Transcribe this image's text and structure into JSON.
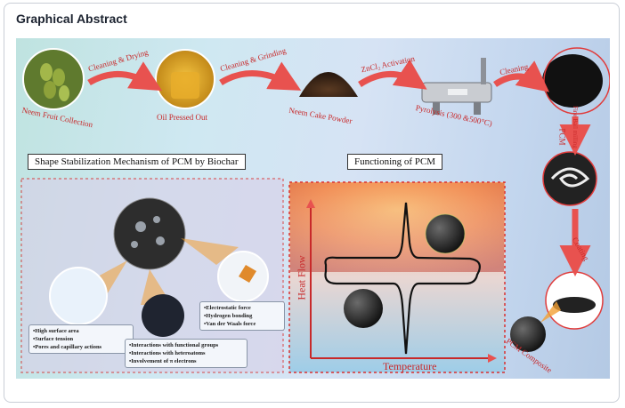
{
  "header": {
    "title": "Graphical Abstract"
  },
  "process": {
    "steps": [
      "Neem Fruit Collection",
      "Oil Pressed Out",
      "Neem Cake Powder",
      "Pyrolysis (300 &500°C)"
    ],
    "arrows": [
      "Cleaning & Drying",
      "Cleaning & Grinding",
      "ZnCl₂ Activation",
      "Cleaning"
    ],
    "down_arrows": [
      "PCM",
      "Fine Ball milling",
      "Coating"
    ],
    "final": "PCM Composite"
  },
  "mechanism": {
    "title": "Shape Stabilization Mechanism of PCM by Biochar",
    "group1": [
      "High surface area",
      "Surface tension",
      "Pores and capillary actions"
    ],
    "group2": [
      "Interactions with functional groups",
      "Interactions with heteroatoms",
      "Involvement of π electrons"
    ],
    "group3": [
      "Electrostatic force",
      "Hydrogen bonding",
      "Van der Waals force"
    ]
  },
  "functioning": {
    "title": "Functioning of PCM",
    "ylabel": "Heat Flow",
    "xlabel": "Temperature"
  },
  "colors": {
    "accent_red": "#e03b3b",
    "label_red": "#c8292a",
    "dashed_box": "#d93030"
  }
}
